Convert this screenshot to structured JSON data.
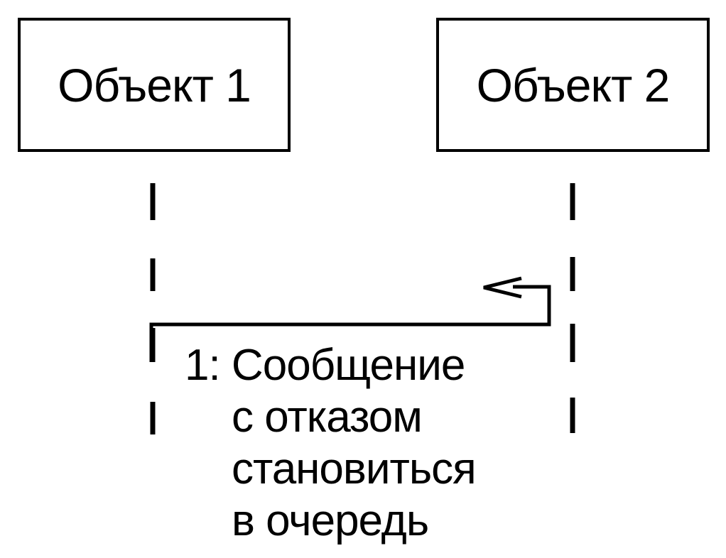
{
  "objects": [
    {
      "label": "Объект 1"
    },
    {
      "label": "Объект 2"
    }
  ],
  "message": {
    "lines": [
      "1: Сообщение",
      "с отказом",
      "становиться",
      "в очередь"
    ]
  }
}
